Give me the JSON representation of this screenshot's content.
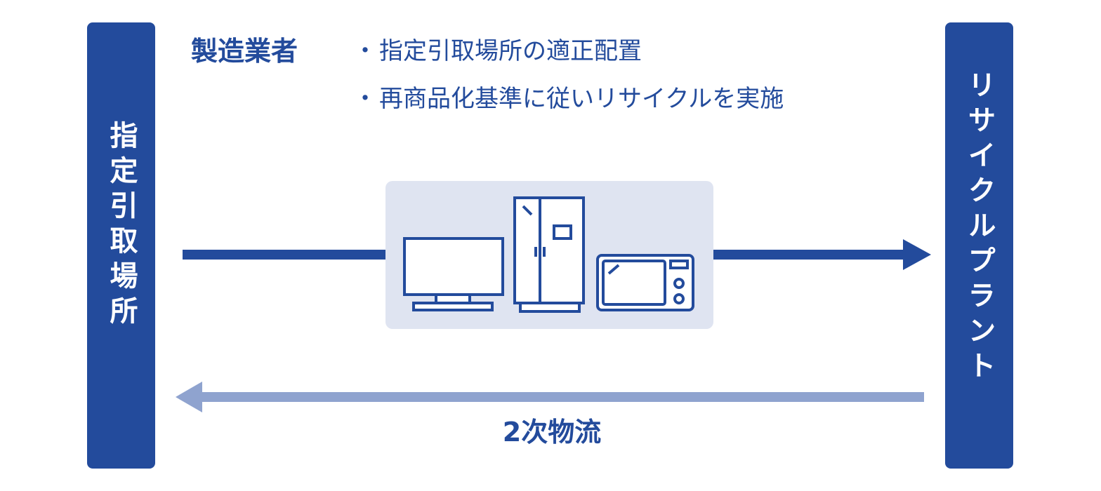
{
  "designated_pickup_site": {
    "label": "指定引取場所"
  },
  "recycling_plant": {
    "label": "リサイクルプラント"
  },
  "manufacturer": {
    "label": "製造業者",
    "bullet": "・",
    "duties": [
      "指定引取場所の適正配置",
      "再商品化基準に従いリサイクルを実施"
    ]
  },
  "secondary_logistics": {
    "label": "2次物流"
  },
  "appliances": [
    "tv-monitor-icon",
    "refrigerator-icon",
    "microwave-icon"
  ],
  "colors": {
    "primary": "#234b9c",
    "secondary_arrow": "#8fa3cf",
    "panel": "#dfe4f1"
  }
}
